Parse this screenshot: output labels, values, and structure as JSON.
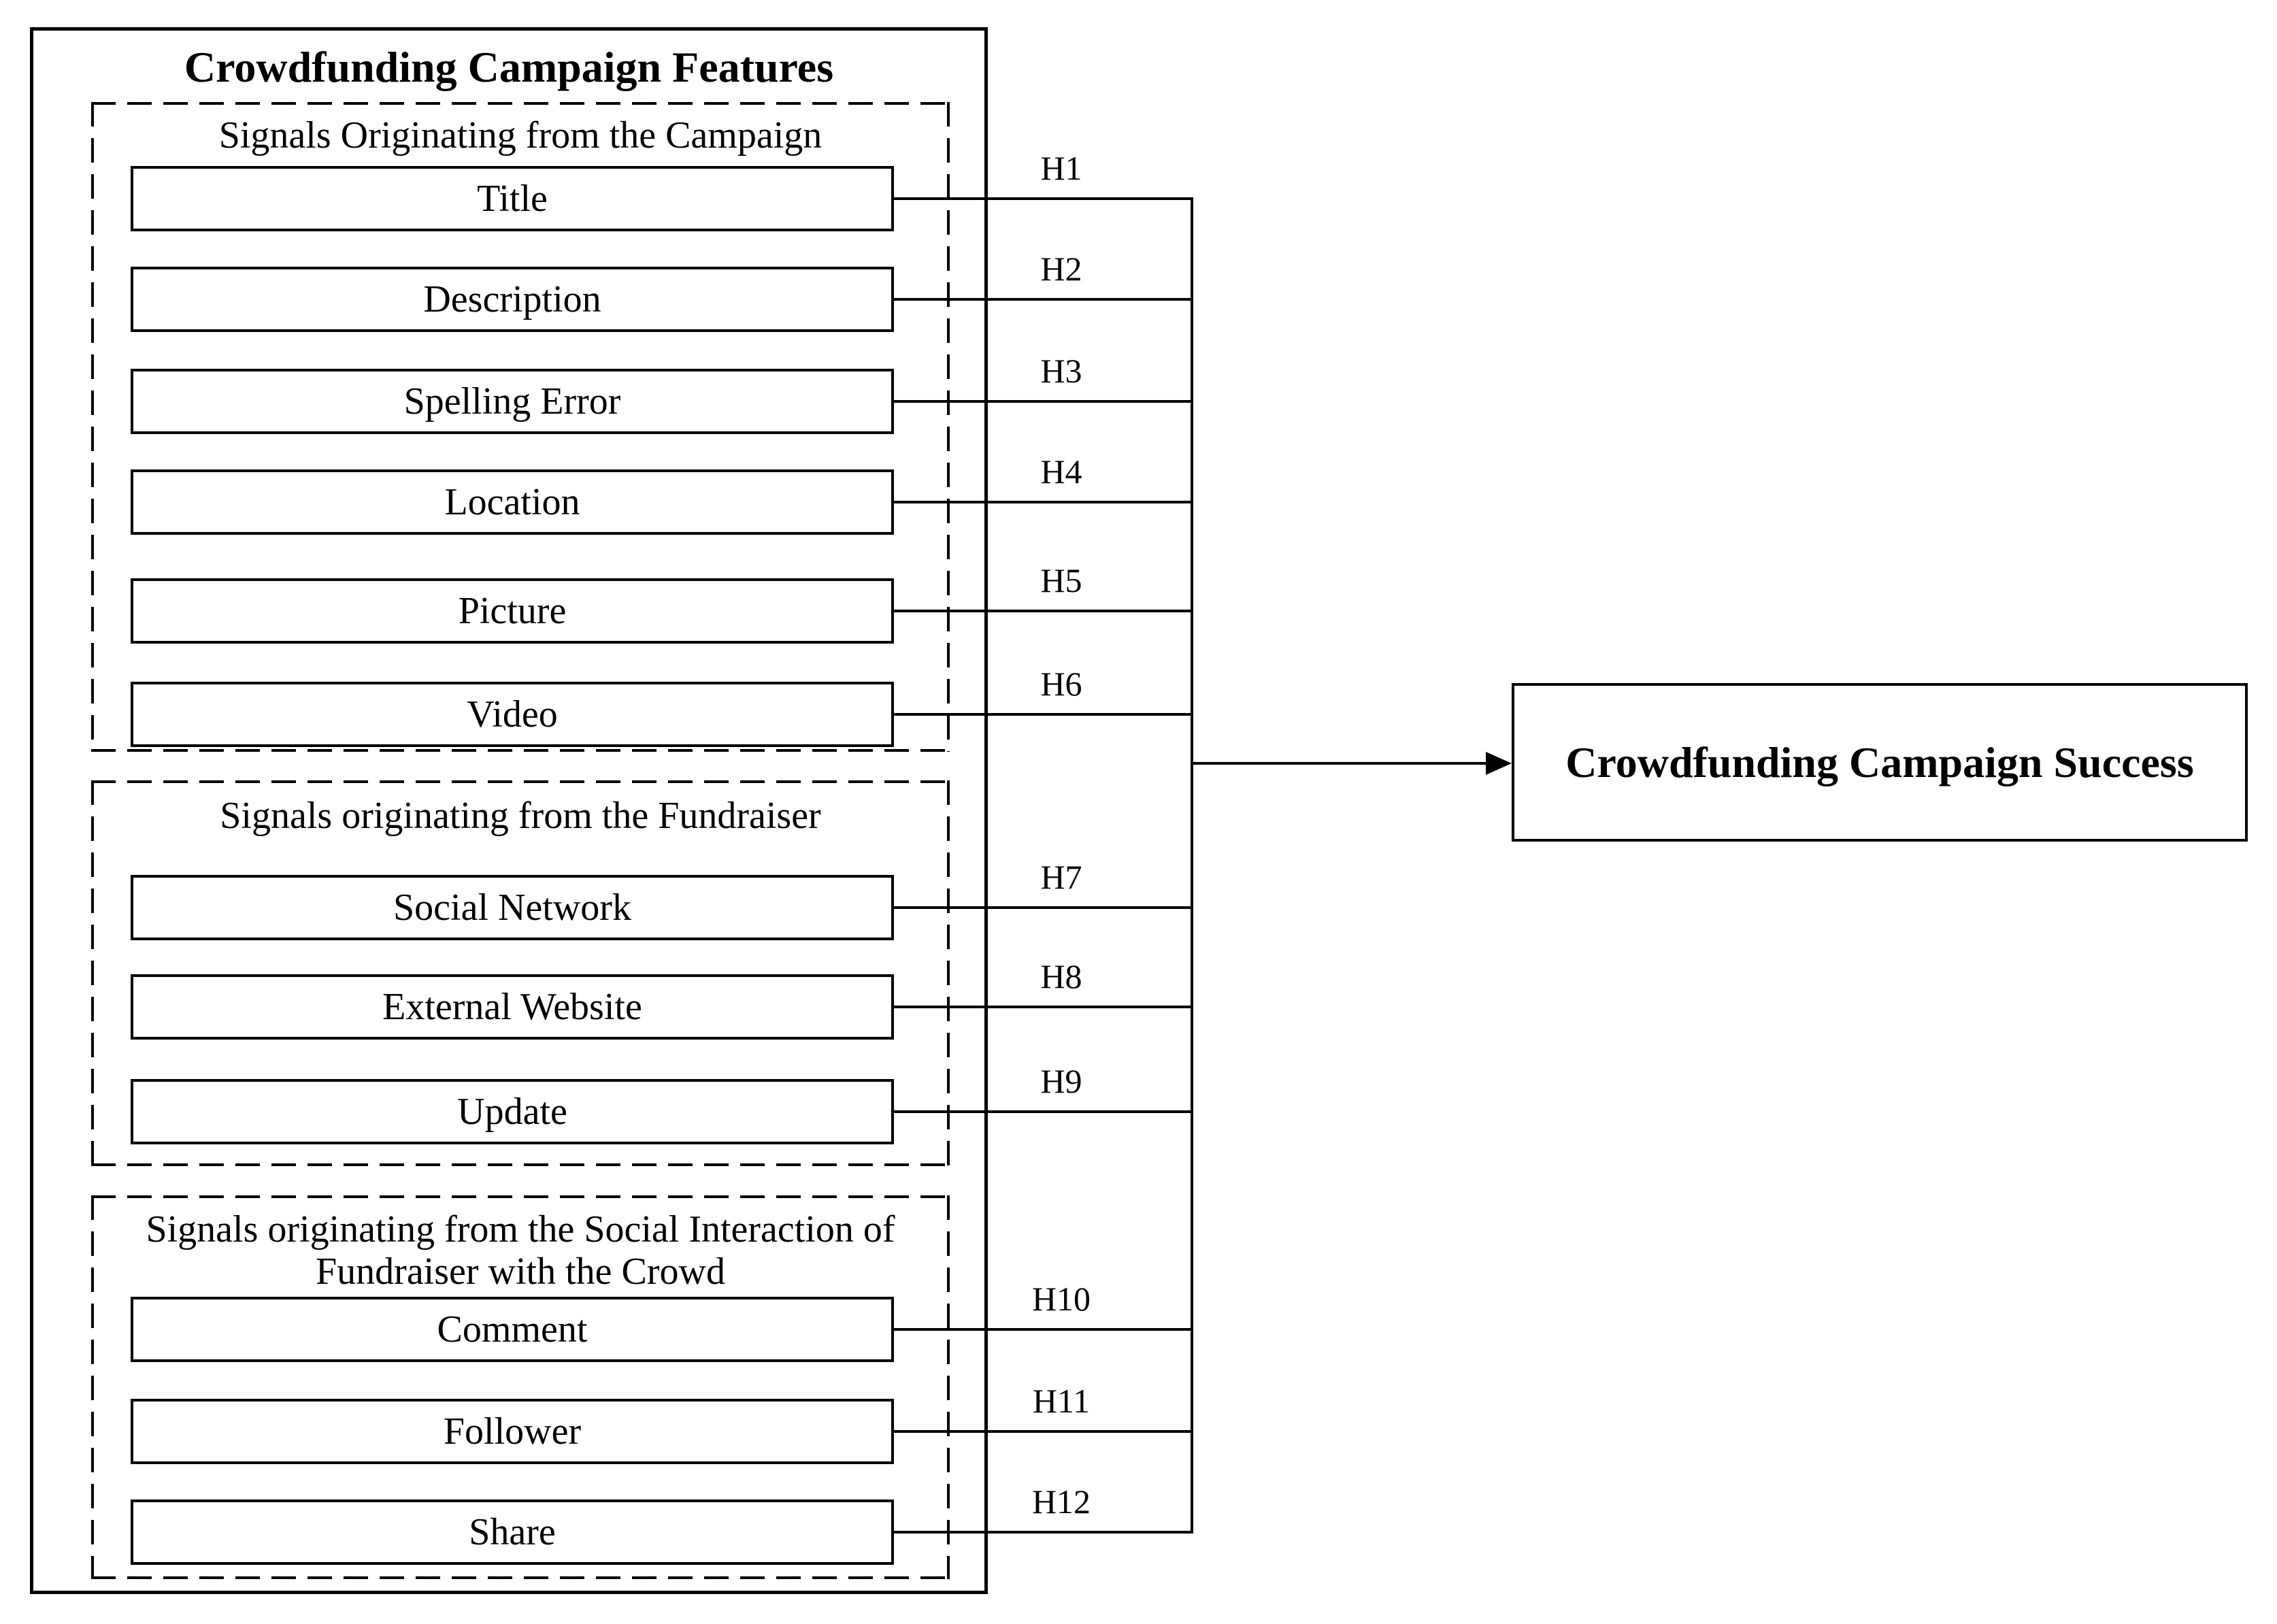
{
  "colors": {
    "ink": "#000000",
    "paper": "#ffffff"
  },
  "panel_title": "Crowdfunding Campaign Features",
  "sections": [
    {
      "label": "Signals Originating from the Campaign",
      "items": [
        "Title",
        "Description",
        "Spelling Error",
        "Location",
        "Picture",
        "Video"
      ]
    },
    {
      "label": "Signals originating from the Fundraiser",
      "items": [
        "Social Network",
        "External Website",
        "Update"
      ]
    },
    {
      "label": "Signals originating from the Social Interaction of Fundraiser with the Crowd",
      "items": [
        "Comment",
        "Follower",
        "Share"
      ]
    }
  ],
  "hypotheses": [
    "H1",
    "H2",
    "H3",
    "H4",
    "H5",
    "H6",
    "H7",
    "H8",
    "H9",
    "H10",
    "H11",
    "H12"
  ],
  "outcome_label": "Crowdfunding Campaign Success"
}
